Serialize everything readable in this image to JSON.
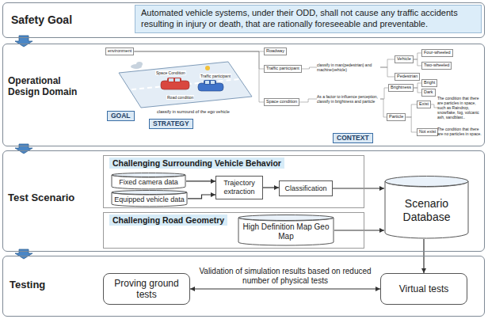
{
  "diagram": {
    "nodes": [
      {
        "text": [
          "Safety Goal"
        ]
      },
      {
        "text": [
          "Automated vehicle systems, under their ODD, shall not cause any traffic accidents resulting in injury or death, that are rationally foreseeable and preventable."
        ],
        "in": 0
      },
      {
        "text": [
          "Operational Design Domain"
        ]
      },
      {
        "text": [
          "GOAL"
        ],
        "in": 2
      },
      {
        "text": [
          "STRATEGY"
        ],
        "in": 2
      },
      {
        "text": [
          "CONTEXT"
        ],
        "in": 2
      },
      {
        "text": [
          "environment"
        ],
        "in": 2
      },
      {
        "text": [
          "Roadway"
        ],
        "in": 2
      },
      {
        "text": [
          "Traffic participant"
        ],
        "in": 2
      },
      {
        "text": [
          "classify in man(pedestrian) and machine(vehicle)"
        ],
        "in": 2
      },
      {
        "text": [
          "Vehicle"
        ],
        "in": 2
      },
      {
        "text": [
          "Four-wheeled"
        ],
        "in": 2
      },
      {
        "text": [
          "Two-wheeled"
        ],
        "in": 2
      },
      {
        "text": [
          "Pedestrian"
        ],
        "in": 2
      },
      {
        "text": [
          "Space condition"
        ],
        "in": 2
      },
      {
        "text": [
          "As a factor to influence perception, classify in brightness and particle"
        ],
        "in": 2
      },
      {
        "text": [
          "Brightness"
        ],
        "in": 2
      },
      {
        "text": [
          "Bright"
        ],
        "in": 2
      },
      {
        "text": [
          "Dark"
        ],
        "in": 2
      },
      {
        "text": [
          "Particle"
        ],
        "in": 2
      },
      {
        "text": [
          "Exist"
        ],
        "in": 2
      },
      {
        "text": [
          "The condition that there are particles in space, such as Raindrop, snowflake, fog, volcanic ash, sandblast.."
        ],
        "in": 2
      },
      {
        "text": [
          "Not exist"
        ],
        "in": 2
      },
      {
        "text": [
          "The condition that there are no particles in space."
        ],
        "in": 2
      },
      {
        "text": [
          "Test Scenario"
        ]
      },
      {
        "text": [
          "Challenging Surrounding Vehicle Behavior"
        ],
        "in": 24
      },
      {
        "text": [
          "Fixed camera data"
        ],
        "in": 25
      },
      {
        "text": [
          "Equipped vehicle data"
        ],
        "in": 25
      },
      {
        "text": [
          "Trajectory extraction"
        ],
        "in": 25
      },
      {
        "text": [
          "Classification"
        ],
        "in": 25
      },
      {
        "text": [
          "Challenging Road Geometry"
        ],
        "in": 24
      },
      {
        "text": [
          "High Definition Map Geo Map"
        ],
        "in": 30
      },
      {
        "text": [
          "Scenario Database"
        ],
        "in": 24
      },
      {
        "text": [
          "Testing"
        ]
      },
      {
        "text": [
          "Proving ground tests"
        ],
        "in": 33
      },
      {
        "text": [
          "Virtual tests"
        ],
        "in": 33
      }
    ],
    "edges": [
      {
        "from": 0,
        "to": 2,
        "arrow": "to"
      },
      {
        "from": 2,
        "to": 24,
        "arrow": "to"
      },
      {
        "from": 24,
        "to": 33,
        "arrow": "to"
      },
      {
        "from": 6,
        "to": 7,
        "arrow": "none"
      },
      {
        "from": 6,
        "to": 8,
        "arrow": "none"
      },
      {
        "from": 6,
        "to": 14,
        "arrow": "none"
      },
      {
        "from": 8,
        "to": 9,
        "arrow": "none"
      },
      {
        "from": 9,
        "to": 10,
        "arrow": "none"
      },
      {
        "from": 9,
        "to": 13,
        "arrow": "none"
      },
      {
        "from": 10,
        "to": 11,
        "arrow": "none"
      },
      {
        "from": 10,
        "to": 12,
        "arrow": "none"
      },
      {
        "from": 14,
        "to": 15,
        "arrow": "none"
      },
      {
        "from": 15,
        "to": 16,
        "arrow": "none"
      },
      {
        "from": 15,
        "to": 19,
        "arrow": "none"
      },
      {
        "from": 16,
        "to": 17,
        "arrow": "none"
      },
      {
        "from": 16,
        "to": 18,
        "arrow": "none"
      },
      {
        "from": 19,
        "to": 20,
        "arrow": "none"
      },
      {
        "from": 19,
        "to": 22,
        "arrow": "none"
      },
      {
        "from": 20,
        "to": 21,
        "arrow": "none"
      },
      {
        "from": 22,
        "to": 23,
        "arrow": "none"
      },
      {
        "from": 26,
        "to": 28,
        "arrow": "to"
      },
      {
        "from": 27,
        "to": 28,
        "arrow": "to"
      },
      {
        "from": 28,
        "to": 29,
        "arrow": "to"
      },
      {
        "from": 29,
        "to": 32,
        "arrow": "to"
      },
      {
        "from": 31,
        "to": 32,
        "arrow": "to"
      },
      {
        "from": 32,
        "to": 35,
        "arrow": "to"
      },
      {
        "from": 34,
        "to": 35,
        "arrow": "both",
        "label": "Validation of simulation results based on reduced number of physical tests"
      }
    ],
    "labels": [
      "classify in surround of the ego vehicle",
      "Space Condition",
      "Traffic participant",
      "Road condition"
    ]
  }
}
